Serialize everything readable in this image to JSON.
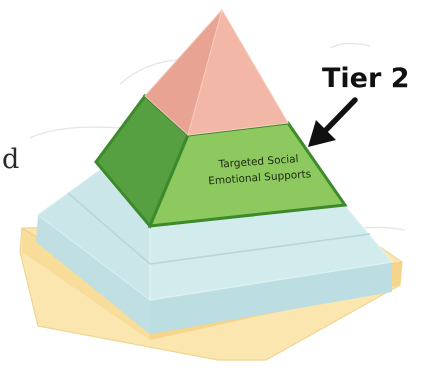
{
  "callout": {
    "label": "Tier 2"
  },
  "tier2": {
    "text_line1": "Targeted Social",
    "text_line2": "Emotional Supports"
  },
  "margin_fragment": "d",
  "colors": {
    "base": "#fbe6b0",
    "tier1": "#cde8ea",
    "tier2_face": "#8ec95f",
    "tier2_side": "#57a042",
    "tier2_outline": "#3d8a2c",
    "tier3": "#f2b7a6",
    "arrow": "#111111"
  }
}
